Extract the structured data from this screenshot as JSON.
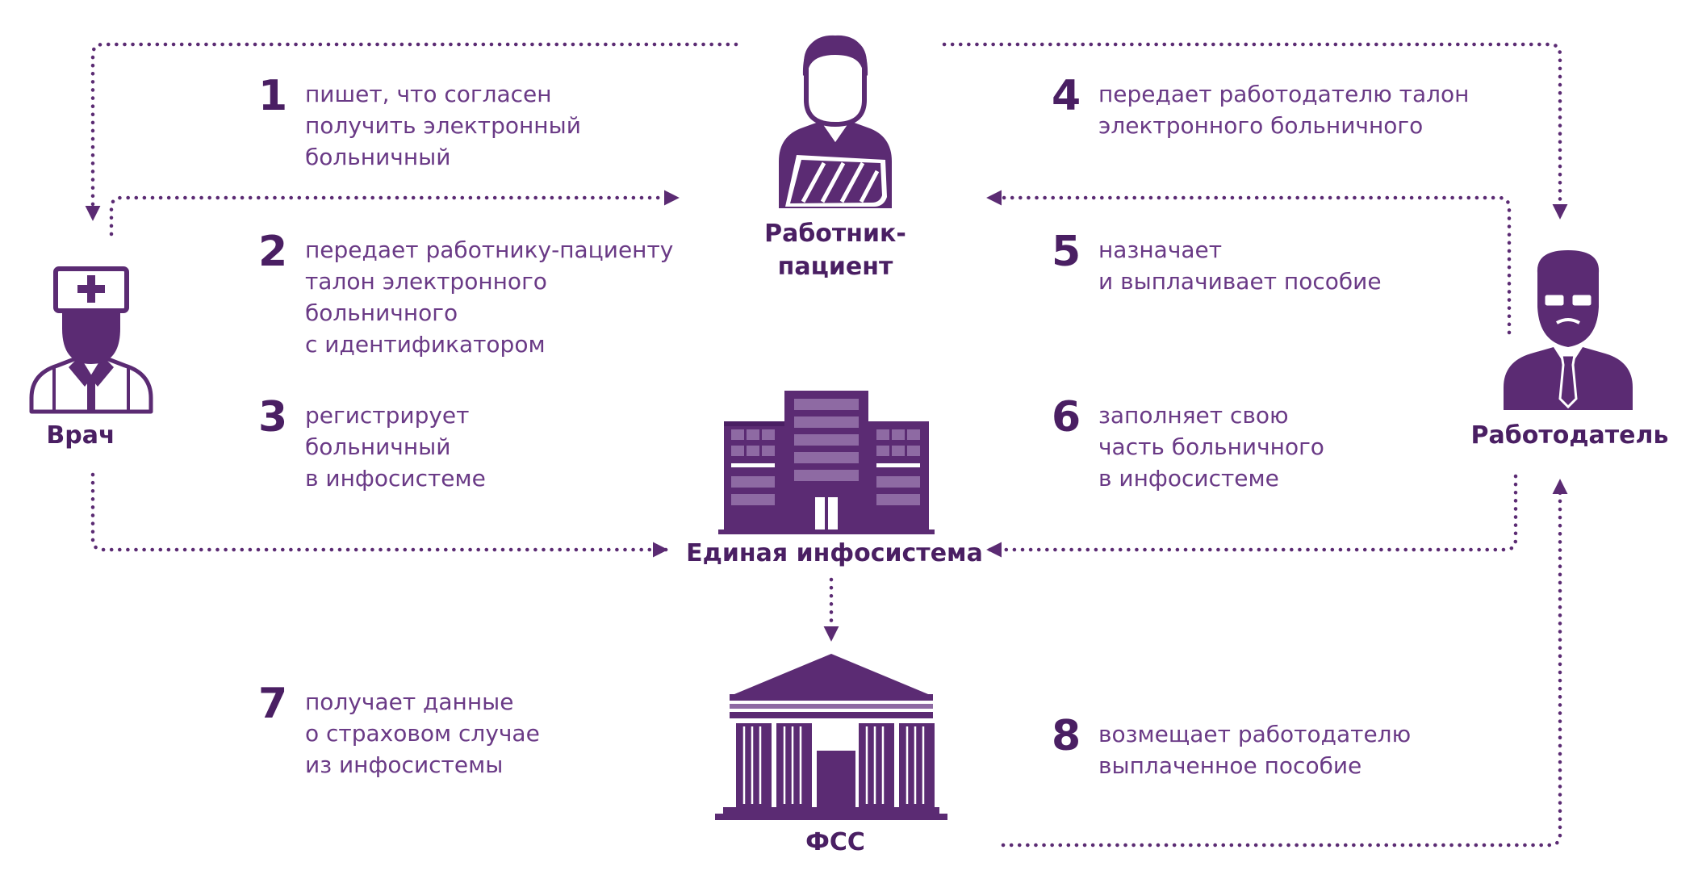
{
  "colors": {
    "primary": "#5b2b73",
    "dark": "#4a1f63",
    "light": "#8e6aa3",
    "text": "#6a3a86"
  },
  "actors": {
    "doctor": {
      "label": "Врач",
      "icon": "doctor-icon"
    },
    "patient": {
      "label_lines": [
        "Работник-",
        "пациент"
      ],
      "icon": "patient-icon"
    },
    "employer": {
      "label": "Работодатель",
      "icon": "employer-icon"
    },
    "infosystem": {
      "label": "Единая инфосистема",
      "icon": "building-icon"
    },
    "fss": {
      "label": "ФСС",
      "icon": "government-building-icon"
    }
  },
  "steps": [
    {
      "num": "1",
      "lines": [
        "пишет, что согласен",
        "получить электронный",
        "больничный"
      ]
    },
    {
      "num": "2",
      "lines": [
        "передает работнику-пациенту",
        "талон электронного",
        "больничного",
        "с идентификатором"
      ]
    },
    {
      "num": "3",
      "lines": [
        "регистрирует",
        "больничный",
        "в инфосистеме"
      ]
    },
    {
      "num": "4",
      "lines": [
        "передает работодателю талон",
        "электронного больничного"
      ]
    },
    {
      "num": "5",
      "lines": [
        "назначает",
        "и выплачивает пособие"
      ]
    },
    {
      "num": "6",
      "lines": [
        "заполняет свою",
        "часть больничного",
        "в инфосистеме"
      ]
    },
    {
      "num": "7",
      "lines": [
        "получает данные",
        "о страховом случае",
        "из инфосистемы"
      ]
    },
    {
      "num": "8",
      "lines": [
        "возмещает работодателю",
        "выплаченное пособие"
      ]
    }
  ]
}
